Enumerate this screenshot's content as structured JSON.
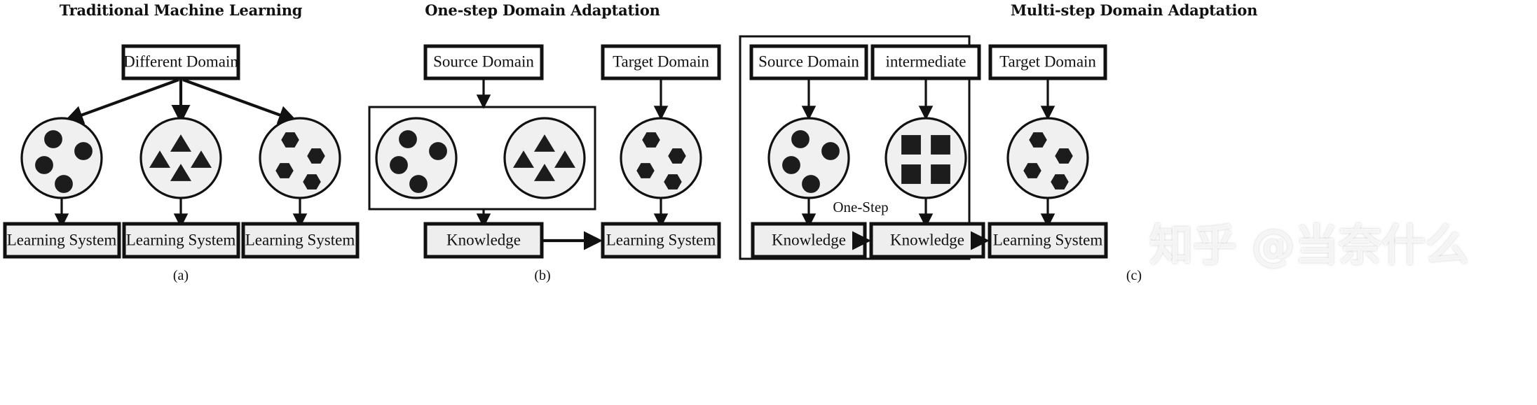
{
  "figure": {
    "panels": [
      {
        "id": "a",
        "title": "Traditional Machine Learning",
        "sublabel": "(a)",
        "top_box": "Different Domain",
        "domains": [
          {
            "shape": "circle",
            "count": 4,
            "output": "Learning System"
          },
          {
            "shape": "triangle",
            "count": 4,
            "output": "Learning System"
          },
          {
            "shape": "hexagon",
            "count": 4,
            "output": "Learning System"
          }
        ]
      },
      {
        "id": "b",
        "title": "One-step Domain Adaptation",
        "sublabel": "(b)",
        "source_box": "Source Domain",
        "target_box": "Target Domain",
        "grouped_domains": [
          {
            "shape": "circle",
            "count": 4
          },
          {
            "shape": "triangle",
            "count": 4
          }
        ],
        "target_domain": {
          "shape": "hexagon",
          "count": 4
        },
        "knowledge_box": "Knowledge",
        "learning_box": "Learning System"
      },
      {
        "id": "c",
        "title": "Multi-step Domain Adaptation",
        "sublabel": "(c)",
        "source_box": "Source Domain",
        "intermediate_box": "intermediate",
        "target_box": "Target Domain",
        "step_label": "One-Step",
        "domains": [
          {
            "shape": "circle",
            "count": 4,
            "output": "Knowledge"
          },
          {
            "shape": "square",
            "count": 4,
            "output": "Knowledge"
          },
          {
            "shape": "hexagon",
            "count": 4,
            "output": "Learning System"
          }
        ]
      }
    ],
    "watermark": "知乎 @当奈什么",
    "colors": {
      "stroke": "#111111",
      "circle_fill": "#f0f0f0",
      "box_gray_fill": "#eeeeee",
      "box_white_fill": "#ffffff",
      "shape_fill": "#1c1c1c",
      "background": "#ffffff"
    }
  }
}
